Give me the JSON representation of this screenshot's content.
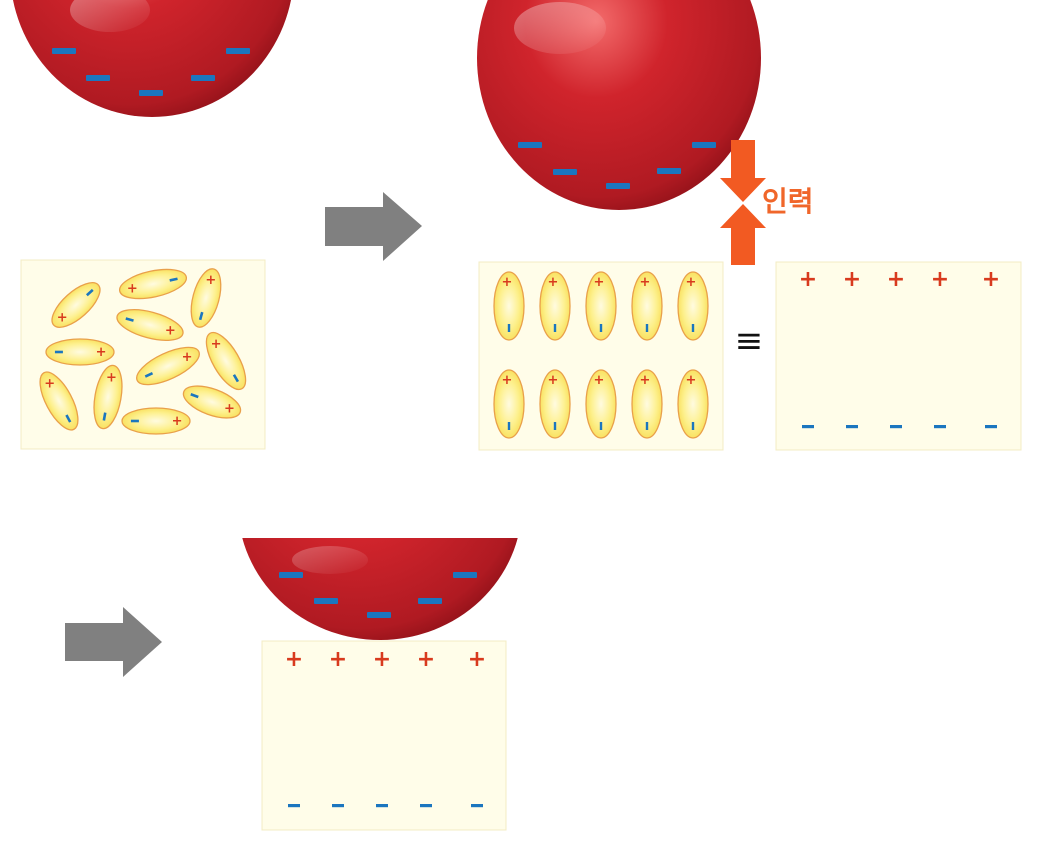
{
  "labels": {
    "attraction": "인력",
    "equivalent": "≡"
  },
  "symbols": {
    "plus": "+",
    "minus": "−"
  },
  "colors": {
    "balloon": "#c8202a",
    "balloon_dark": "#8e1018",
    "negative_charge": "#1b76bf",
    "positive_charge": "#d83a1e",
    "panel_fill": "#fffde9",
    "panel_border": "#f3ecc4",
    "molecule_fill": "#fbe86a",
    "molecule_border": "#e9a04a",
    "arrow_gray": "#808080",
    "force_arrow": "#f25a22",
    "label_orange": "#f0662a"
  },
  "scenes": [
    {
      "name": "random-dipoles",
      "dipole_alignment": "random"
    },
    {
      "name": "aligned-dipoles",
      "dipole_alignment": "aligned",
      "dipole_rows": 2,
      "dipole_columns": 5
    },
    {
      "name": "attached-balloon",
      "dipole_alignment": "aligned"
    }
  ]
}
